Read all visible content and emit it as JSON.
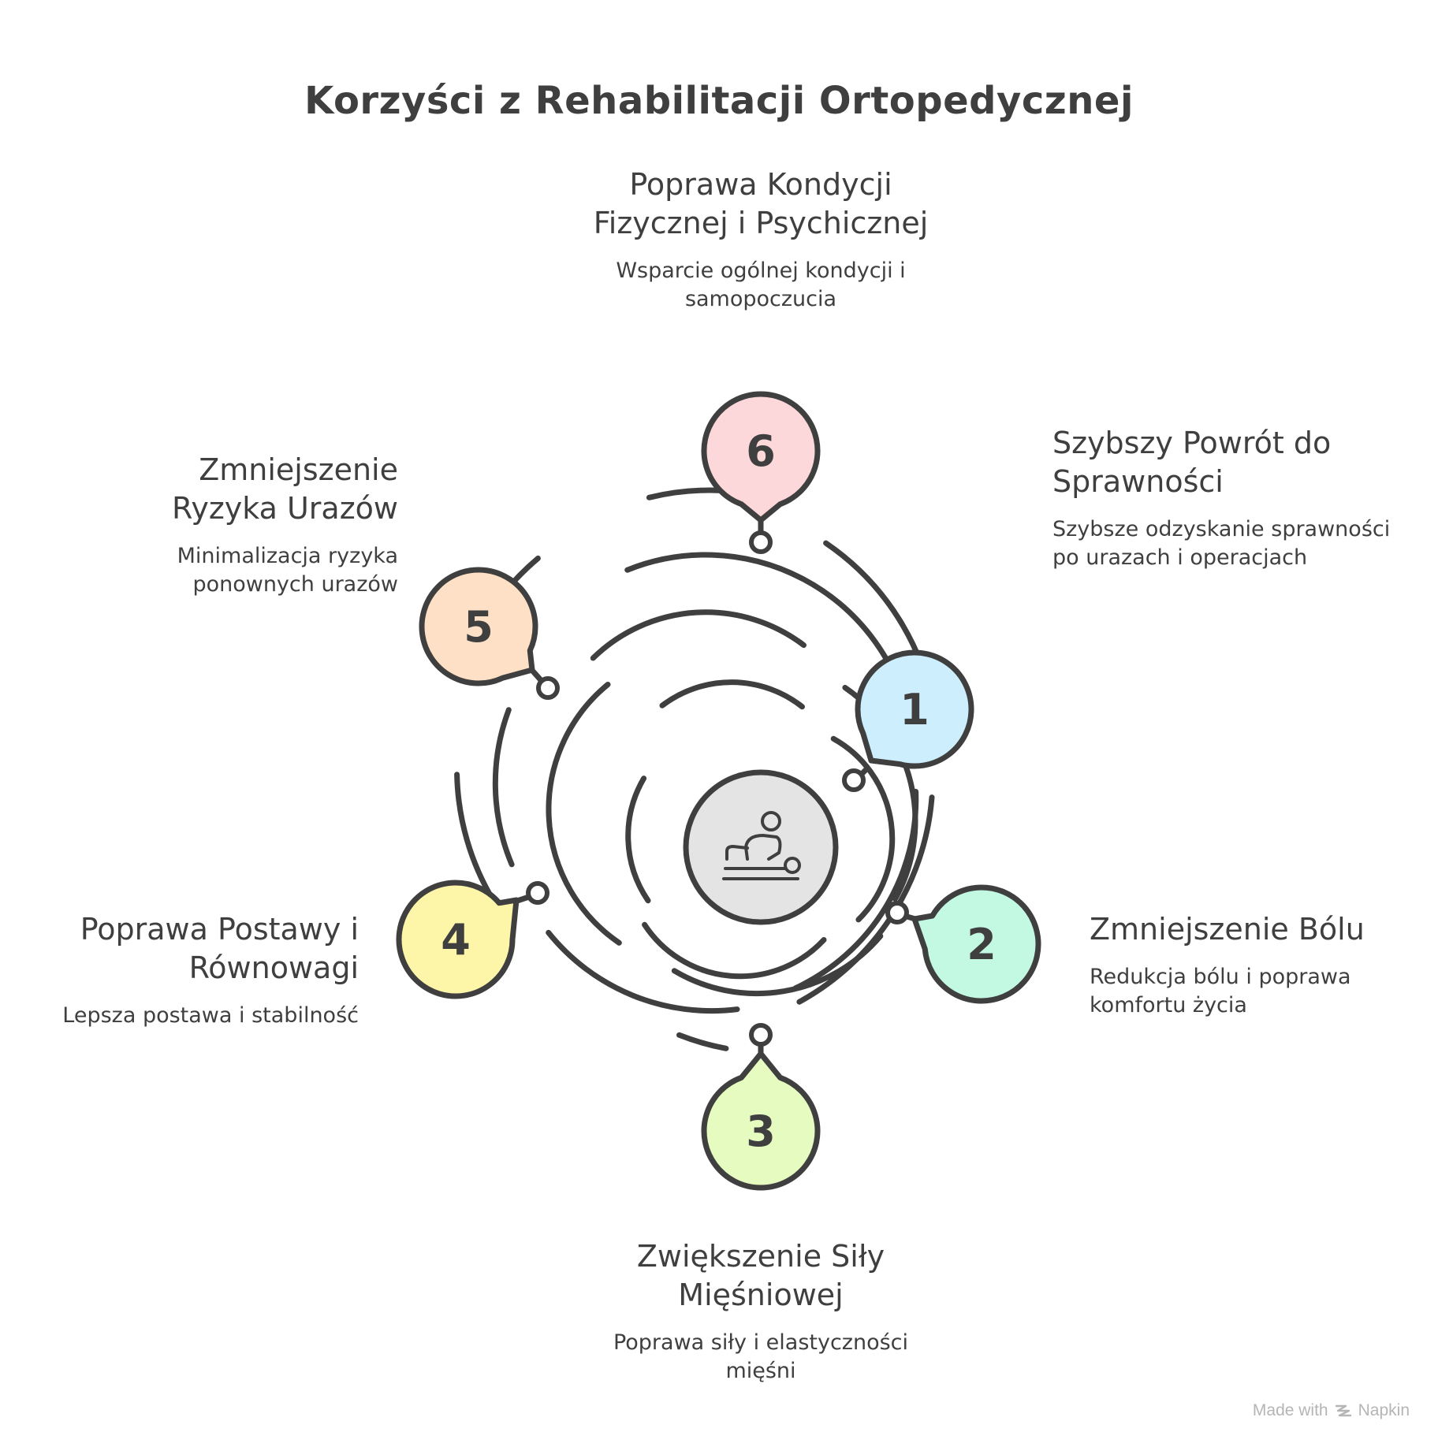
{
  "title": "Korzyści z Rehabilitacji Ortopedycznej",
  "center": {
    "icon": "massage-therapy-icon",
    "fill": "#e4e4e4"
  },
  "items": [
    {
      "number": "1",
      "title": "Szybszy Powrót do Sprawności",
      "desc": "Szybsze odzyskanie sprawności po urazach i operacjach",
      "color": "#cdeefd"
    },
    {
      "number": "2",
      "title": "Zmniejszenie Bólu",
      "desc": "Redukcja bólu i poprawa komfortu życia",
      "color": "#c3f8e2"
    },
    {
      "number": "3",
      "title": "Zwiększenie Siły Mięśniowej",
      "desc": "Poprawa siły i elastyczności mięśni",
      "color": "#e5fbbf"
    },
    {
      "number": "4",
      "title": "Poprawa Postawy i Równowagi",
      "desc": "Lepsza postawa i stabilność",
      "color": "#fdf5a8"
    },
    {
      "number": "5",
      "title": "Zmniejszenie Ryzyka Urazów",
      "desc": "Minimalizacja ryzyka ponownych urazów",
      "color": "#fde0c6"
    },
    {
      "number": "6",
      "title": "Poprawa Kondycji Fizycznej i Psychicznej",
      "desc": "Wsparcie ogólnej kondycji i samopoczucia",
      "color": "#fdd8db"
    }
  ],
  "footer": {
    "made_with": "Made with",
    "brand": "Napkin",
    "icon": "napkin-logo-icon"
  }
}
